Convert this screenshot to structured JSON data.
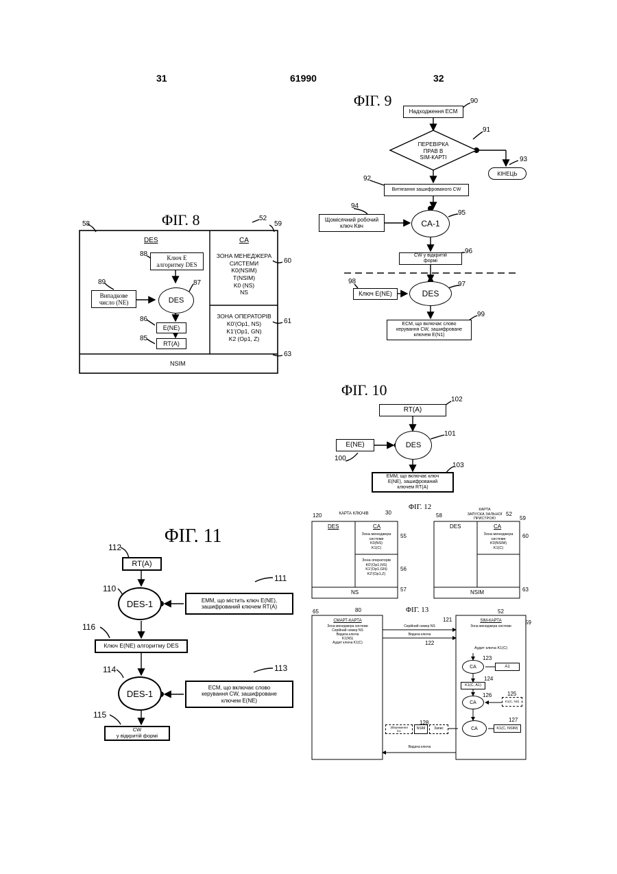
{
  "header": {
    "left_page": "31",
    "patent_no": "61990",
    "right_page": "32"
  },
  "fig8": {
    "title": "ΦΙΓ. 8",
    "refs": {
      "r58": "58",
      "r52": "52",
      "r59": "59",
      "r60": "60",
      "r61": "61",
      "r63": "63",
      "r88": "88",
      "r89": "89",
      "r87": "87",
      "r86": "86",
      "r85": "85"
    },
    "des_title": "DES",
    "ca_title": "CA",
    "key_box": "Ключ Е\nалгоритму DES",
    "random_box": "Випадкове\nчисло (NE)",
    "des_ellipse": "DES",
    "ene_box": "E(NE)",
    "rta_box": "RT(A)",
    "manager_zone": "ЗОНА МЕНЕДЖЕРА\nСИСТЕМИ\nK0(NSIM)\nT(NSIM)\nK0 (NS)\nNS",
    "operator_zone": "ЗОНА ОПЕРАТОРІВ\nK0'(Op1, NS)\nK1'(Op1, GN)\nK2 (Op1, Z)",
    "nsim": "NSIM"
  },
  "fig9": {
    "title": "ΦΙΓ. 9",
    "refs": {
      "r90": "90",
      "r91": "91",
      "r92": "92",
      "r93": "93",
      "r94": "94",
      "r95": "95",
      "r96": "96",
      "r97": "97",
      "r98": "98",
      "r99": "99"
    },
    "receive_ecm": "Надходження ECM",
    "check_rights": "ПЕРЕВІРКА\nПРАВ В\nSIM-КАРТІ",
    "end": "КІНЕЦЬ",
    "extract": "Витягання зашифрованого CW",
    "monthly_key": "Щомісячний робочий\nключ Kвч",
    "ca_inv": "CA-1",
    "cw_open": "CW у відкритій\nформі",
    "key_ene": "Ключ E(NE)",
    "des": "DES",
    "ecm_out": "ECM, що включає слово\nкерування CW, зашифроване\nключем E(N1)"
  },
  "fig10": {
    "title": "ΦΙΓ. 10",
    "refs": {
      "r100": "100",
      "r101": "101",
      "r102": "102",
      "r103": "103"
    },
    "rta": "RT(A)",
    "ene": "E(NE)",
    "des": "DES",
    "emm_out": "EMM, що включає ключ\nE(NE), зашифрований\nключем RT(A)"
  },
  "fig11": {
    "title": "ΦΙΓ. 11",
    "refs": {
      "r110": "110",
      "r111": "111",
      "r112": "112",
      "r113": "113",
      "r114": "114",
      "r115": "115",
      "r116": "116"
    },
    "rta": "RT(A)",
    "des_inv_1": "DES-1",
    "emm_in": "EMM, що містить ключ E(NE),\nзашифрований ключем RT(A)",
    "key_des": "Ключ E(NE) алгоритму DES",
    "des_inv_2": "DES-1",
    "ecm_in": "ECM, що включає слово\nкерування CW, зашифроване\nключем E(NE)",
    "cw_open": "CW\nу відкритій формі"
  },
  "fig12": {
    "title": "ΦΙΓ. 12",
    "left_caption": "КАРТА КЛЮЧІВ",
    "right_caption": "КАРТА\nЗАПУСКА ЗАЛЬНОЇ\nПРИСТРОЮ",
    "refs": {
      "r120": "120",
      "r30": "30",
      "r55": "55",
      "r56": "56",
      "r57": "57",
      "r58": "58",
      "r52": "52",
      "r59": "59",
      "r60": "60",
      "r63": "63"
    },
    "left_des": "DES",
    "left_ca": "CA",
    "left_manager": "Зона менеджера\nсистеми\nK0(NS)\nK1(C)",
    "left_operator": "Зона операторів\nK0'(Op1,NS)\nK1'(Op1,GN)\nK2'(Op1,Z)",
    "left_ns": "NS",
    "right_des": "DES",
    "right_ca": "CA",
    "right_manager": "Зона менеджера\nсистеми\nK0(NSIM)\nK1(C)",
    "right_nsim": "NSIM"
  },
  "fig13": {
    "title": "ΦΙΓ. 13",
    "refs": {
      "r65": "65",
      "r80": "80",
      "r52": "52",
      "r59": "59",
      "r121": "121",
      "r122": "122",
      "r123": "123",
      "r124": "124",
      "r125": "125",
      "r126": "126",
      "r127": "127",
      "r128": "128"
    },
    "smart_card": "СМАРТ-КАРТА",
    "smart_zone": "Зона менеджера системи\nСерійний номер NS\nВидача ключа\nK1(NS)\nАудит ключа K1(C)",
    "sim_card": "SIM-КАРТА",
    "sim_zone": "Зона менеджера системи",
    "arrow1": "Серійний номер NS",
    "arrow2": "Видача ключа",
    "gen_key": "Аудит ключа K1(C)",
    "ca1": "CA",
    "a1": "A1",
    "k1_a1": "K1(C, A1)",
    "ca2": "CA",
    "ca2_side": "K1(C, NS)",
    "ca3": "CA",
    "k1_nsim": "K1(C, NSIM)",
    "bottom_left": "Збереження\nK1",
    "bottom_mid": "NSIM",
    "bottom_right": "Запис",
    "return_arrow": "Видача ключа"
  }
}
